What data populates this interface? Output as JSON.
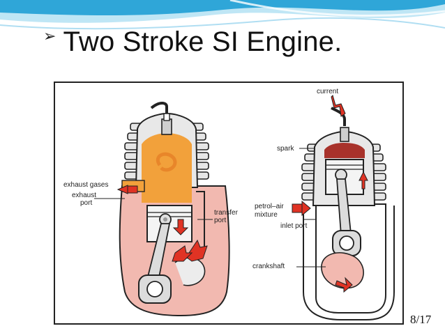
{
  "slide": {
    "bullet": "➢",
    "title": "Two Stroke SI Engine.",
    "page_number": "8/17"
  },
  "diagram": {
    "labels": {
      "current": "current",
      "spark": "spark",
      "exhaust_gases": "exhaust gases",
      "exhaust_port_line1": "exhaust",
      "exhaust_port_line2": "port",
      "transfer_port_line1": "transfer",
      "transfer_port_line2": "port",
      "mixture_line1": "petrol–air",
      "mixture_line2": "mixture",
      "inlet_port": "inlet port",
      "crankshaft": "crankshaft"
    }
  },
  "colors": {
    "header_blue": "#2fa6d8",
    "header_light": "#bfe6f5",
    "chamber_orange": "#f2a13b",
    "crankcase_pink": "#f2b9b0",
    "arrow_red": "#e03324",
    "metal_grey": "#d8d8d8"
  },
  "icons": {
    "bullet": "arrowhead-bullet-icon",
    "arrows": "red-flow-arrow-icon"
  }
}
